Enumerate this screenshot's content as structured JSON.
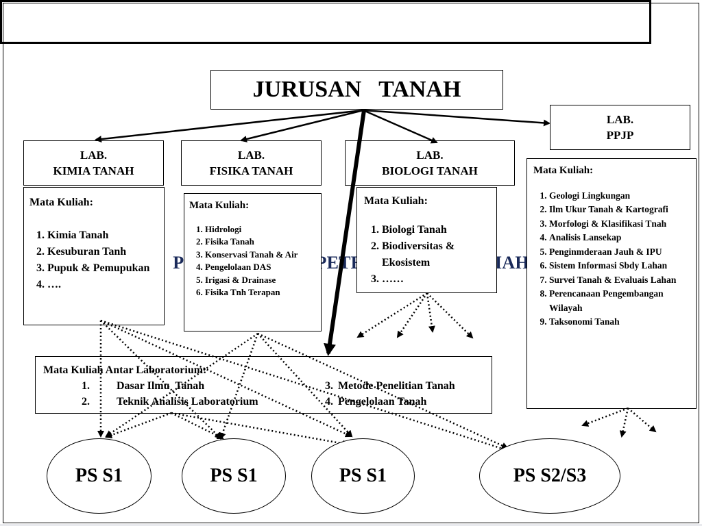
{
  "title": "PENYEDIA KOMPETENSI MATA-KULIAH",
  "root": "JURUSAN   TANAH",
  "labs": {
    "ppjp": {
      "line1": "LAB.",
      "line2": "PPJP"
    },
    "kimia": {
      "line1": "LAB.",
      "line2": "KIMIA  TANAH"
    },
    "fisika": {
      "line1": "LAB.",
      "line2": "FISIKA TANAH"
    },
    "biologi": {
      "line1": "LAB.",
      "line2": "BIOLOGI TANAH"
    }
  },
  "courses": {
    "kimia": {
      "heading": "Mata Kuliah:",
      "items": [
        "Kimia Tanah",
        "Kesuburan Tanh",
        "Pupuk & Pemupukan",
        "…."
      ]
    },
    "fisika": {
      "heading": "Mata Kuliah:",
      "items": [
        "Hidrologi",
        "Fisika  Tanah",
        "Konservasi Tanah & Air",
        "Pengelolaan DAS",
        "Irigasi & Drainase",
        "Fisika Tnh Terapan"
      ]
    },
    "biologi": {
      "heading": "Mata Kuliah:",
      "items": [
        "Biologi Tanah",
        "Biodiversitas & Ekosistem",
        "……"
      ]
    },
    "ppjp": {
      "heading": "Mata Kuliah:",
      "items": [
        "Geologi Lingkungan",
        "Ilm Ukur Tanah & Kartografi",
        "Morfologi & Klasifikasi Tnah",
        "Analisis Lansekap",
        "Penginmderaan Jauh & IPU",
        "Sistem Informasi Sbdy Lahan",
        "Survei Tanah & Evaluais Lahan",
        "Perencanaan Pengembangan Wilayah",
        "Taksonomi Tanah"
      ]
    }
  },
  "antar": {
    "heading": "Mata Kuliah Antar Laboratorium:",
    "items": [
      {
        "num": "1.",
        "text": "Dasar Ilmu  Tanah"
      },
      {
        "num": "2.",
        "text": "Teknik Analisis Laboratorium"
      },
      {
        "num": "3.",
        "text": "Metode Penelitian Tanah"
      },
      {
        "num": "4.",
        "text": "Pengelolaan Tanah"
      }
    ]
  },
  "outputs": [
    "PS S1",
    "PS S1",
    "PS S1",
    "PS S2/S3"
  ]
}
